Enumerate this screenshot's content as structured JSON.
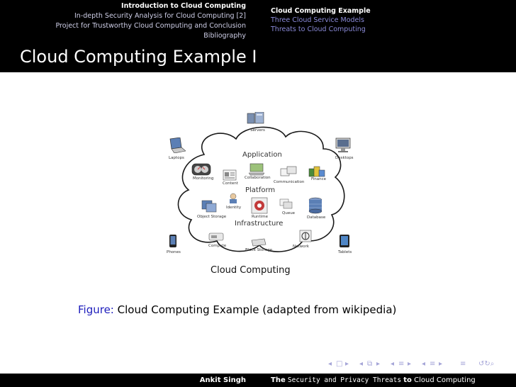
{
  "header": {
    "sections": [
      "Introduction to Cloud Computing",
      "In-depth Security Analysis for Cloud Computing [2]",
      "Project for Trustworthy Cloud Computing and Conclusion",
      "Bibliography"
    ],
    "subsections": [
      "Cloud Computing Example",
      "Three Cloud Service Models",
      "Threats to Cloud Computing"
    ]
  },
  "frame": {
    "title": "Cloud Computing Example I"
  },
  "figure": {
    "layers": {
      "application": "Application",
      "platform": "Platform",
      "infrastructure": "Infrastructure"
    },
    "cloud_label": "Cloud Computing",
    "labels": {
      "servers": "Servers",
      "laptops": "Laptops",
      "desktops": "Desktops",
      "monitoring": "Monitoring",
      "content": "Content",
      "collaboration": "Collaboration",
      "communication": "Communication",
      "finance": "Finance",
      "identity": "Identity",
      "object_storage": "Object Storage",
      "runtime": "Runtime",
      "queue": "Queue",
      "database": "Database",
      "compute": "Compute",
      "block_storage": "Block Storage",
      "network": "Network",
      "phones": "Phones",
      "tablets": "Tablets"
    }
  },
  "caption": {
    "label": "Figure:",
    "text": "Cloud Computing Example (adapted from wikipedia)"
  },
  "footer": {
    "author": "Ankit Singh",
    "title_the": "The",
    "title_mono_1": "Security and Privacy Threats",
    "title_to": "to",
    "title_end": "Cloud Computing"
  },
  "colors": {
    "header_bg": "#000000",
    "accent_blue": "#1d1dbc",
    "nav_symbols": "#a6a6d8"
  }
}
